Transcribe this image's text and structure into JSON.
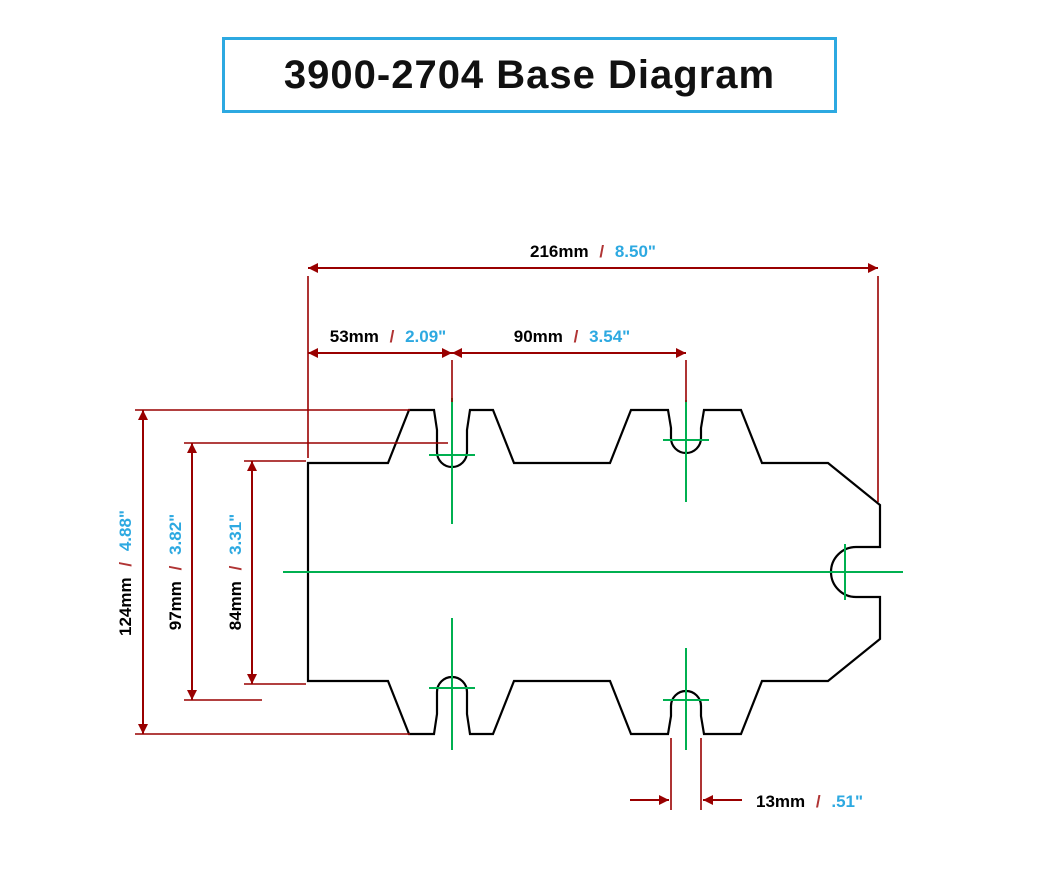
{
  "title": "3900-2704 Base Diagram",
  "colors": {
    "title_border": "#2da9e1",
    "outline": "#000000",
    "centerline_green": "#00b050",
    "dimension_red": "#990000",
    "inch_blue": "#2da9e1",
    "mm_black": "#000000"
  },
  "dims": {
    "overall_width": {
      "mm": "216mm",
      "sep": "/",
      "inch": "8.50\""
    },
    "left_offset": {
      "mm": "53mm",
      "sep": "/",
      "inch": "2.09\""
    },
    "slot_spacing_h": {
      "mm": "90mm",
      "sep": "/",
      "inch": "3.54\""
    },
    "overall_height": {
      "mm": "124mm",
      "sep": "/",
      "inch": "4.88\""
    },
    "slot_spacing_v_outer": {
      "mm": "97mm",
      "sep": "/",
      "inch": "3.82\""
    },
    "slot_spacing_v_inner": {
      "mm": "84mm",
      "sep": "/",
      "inch": "3.31\""
    },
    "slot_width": {
      "mm": "13mm",
      "sep": "/",
      "inch": ".51\""
    }
  }
}
